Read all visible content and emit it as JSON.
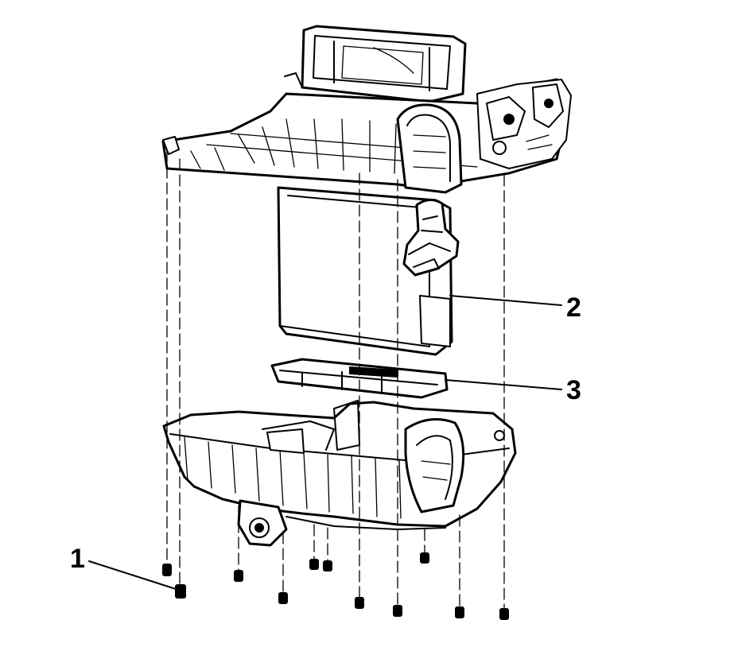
{
  "diagram": {
    "callouts": [
      {
        "id": "fastener",
        "label": "1"
      },
      {
        "id": "evaporator-core",
        "label": "2"
      },
      {
        "id": "seal",
        "label": "3"
      }
    ],
    "colors": {
      "line": "#000000",
      "background": "#ffffff"
    }
  }
}
